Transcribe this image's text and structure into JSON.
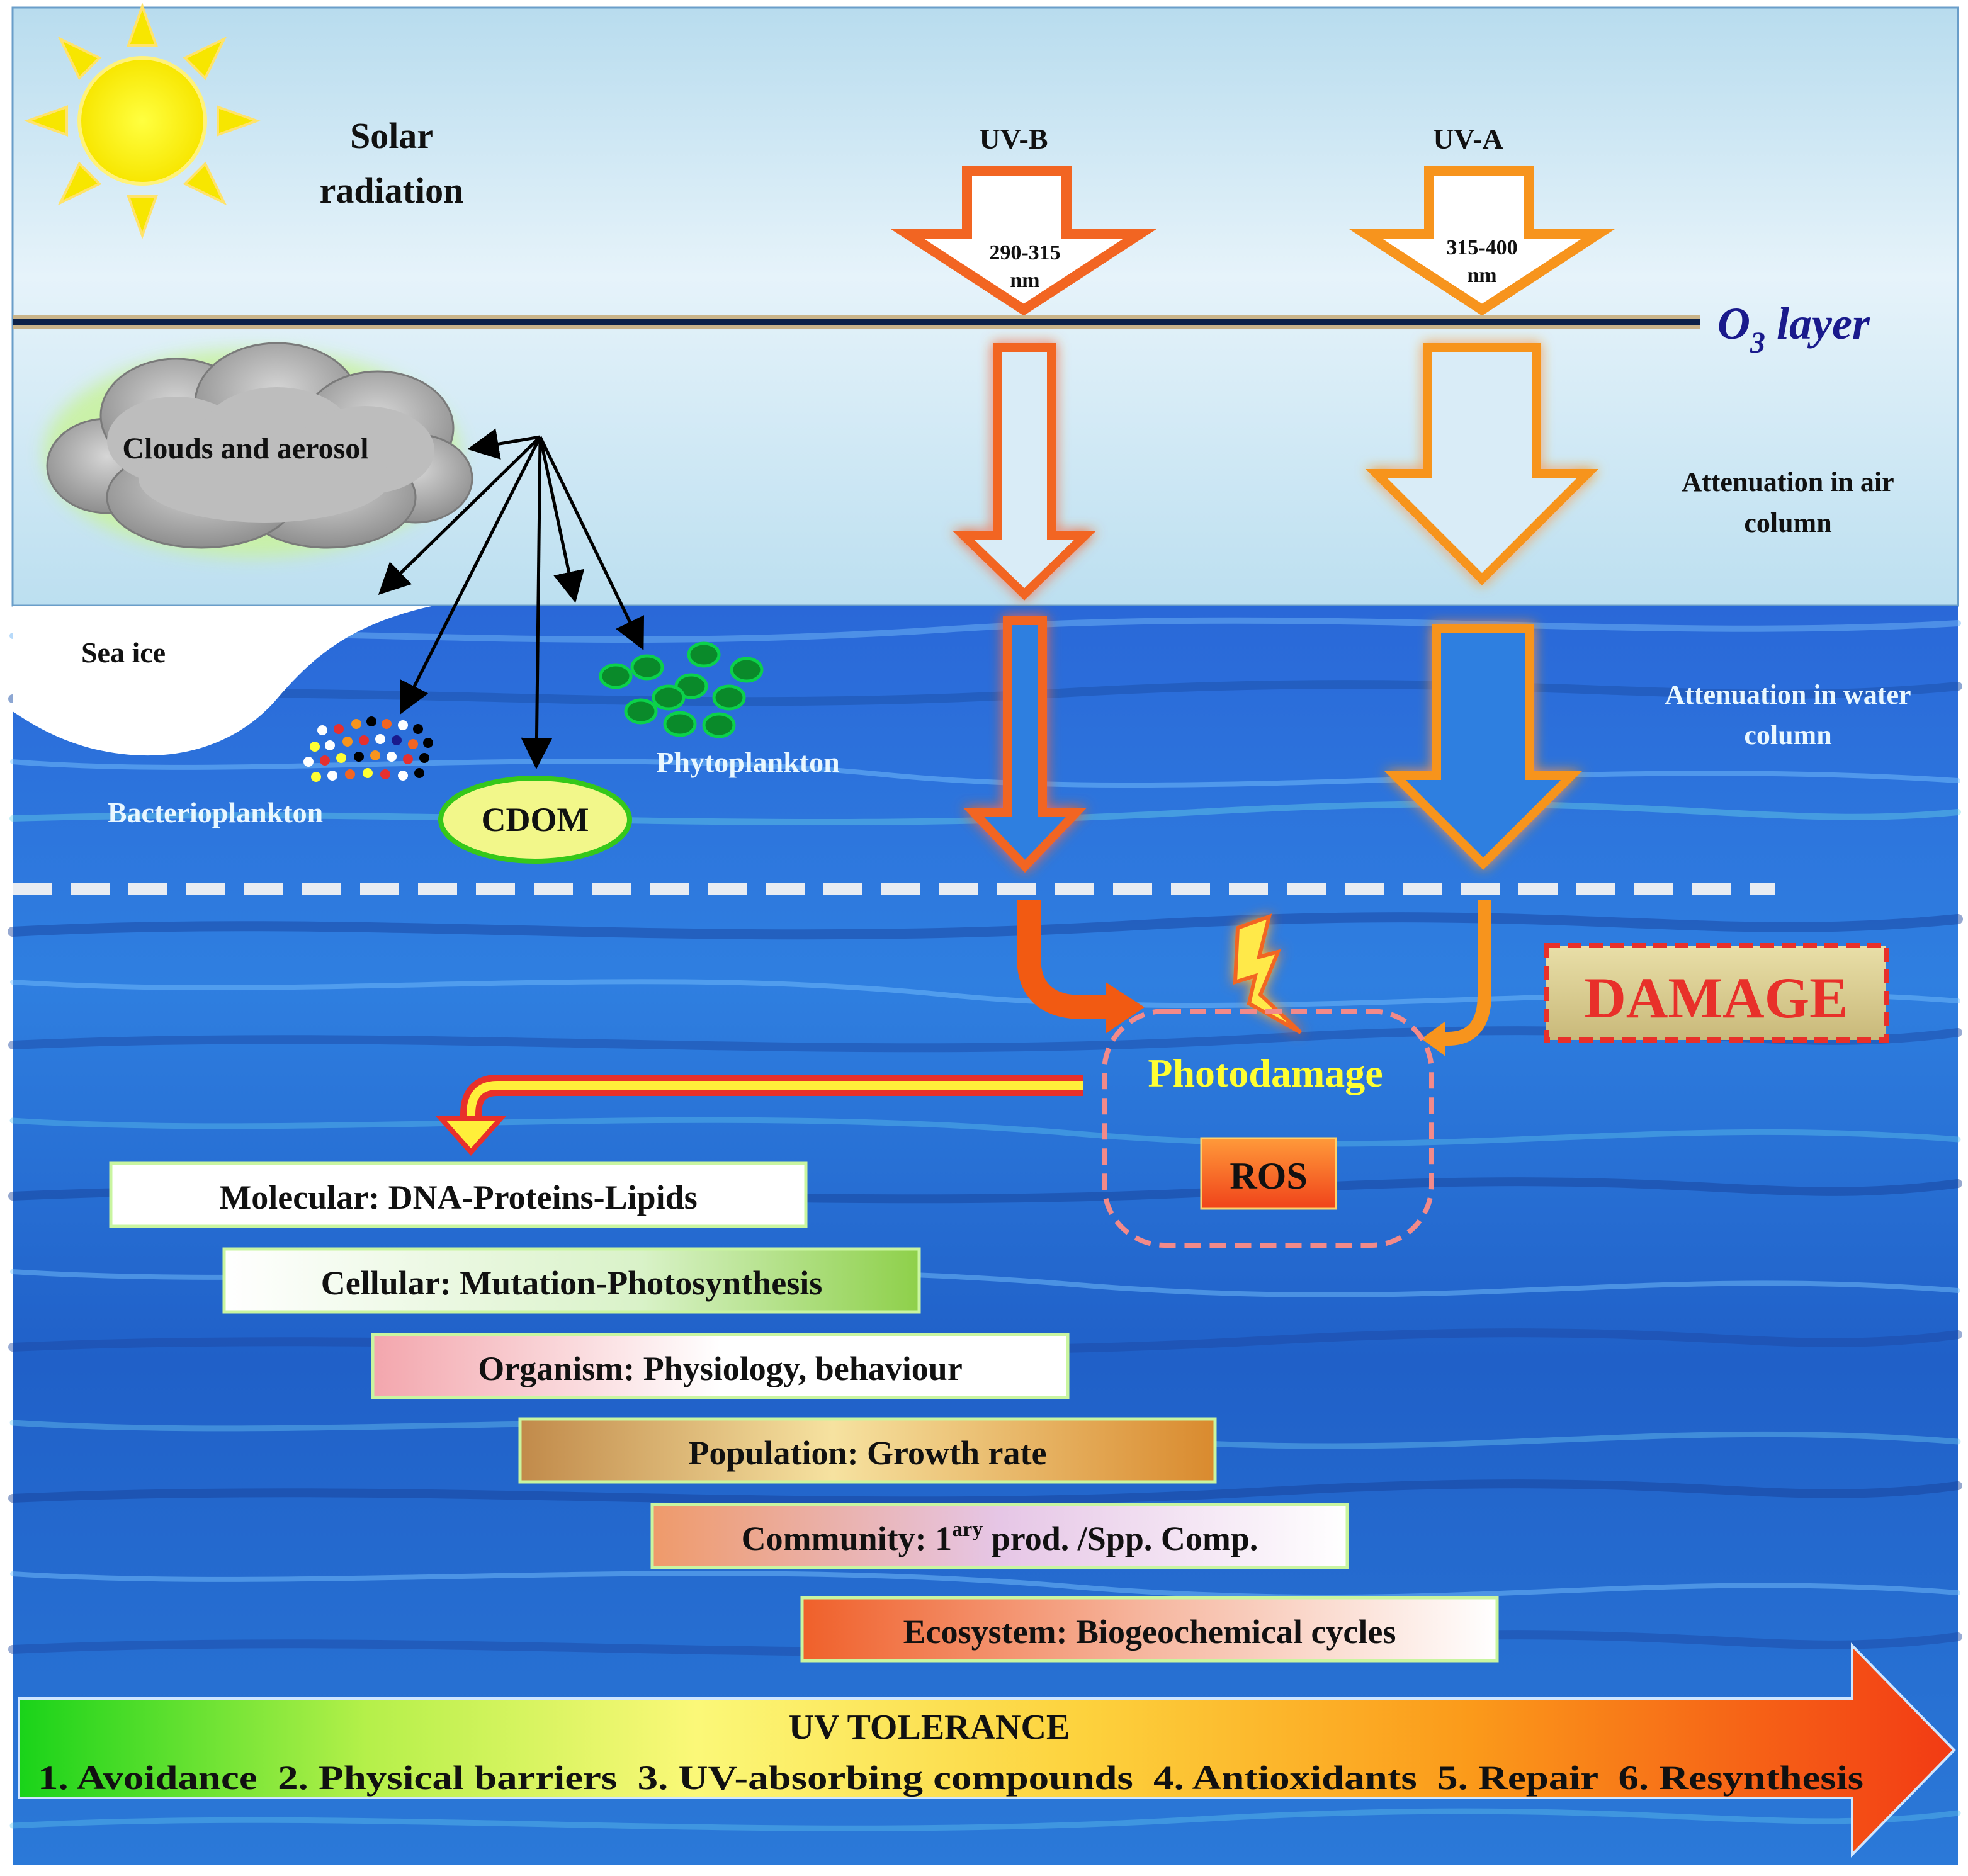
{
  "sky": {
    "solar_line1": "Solar",
    "solar_line2": "radiation",
    "ozone_label": "O",
    "ozone_sub": "3",
    "ozone_rest": " layer",
    "air_atten_line1": "Attenuation in air",
    "air_atten_line2": "column",
    "clouds_label": "Clouds and aerosol"
  },
  "uvb": {
    "label": "UV-B",
    "range_line1": "290-315",
    "range_line2": "nm"
  },
  "uva": {
    "label": "UV-A",
    "range_line1": "315-400",
    "range_line2": "nm"
  },
  "water": {
    "sea_ice": "Sea ice",
    "phytoplankton": "Phytoplankton",
    "bacterioplankton": "Bacterioplankton",
    "cdom": "CDOM",
    "water_atten_line1": "Attenuation in water",
    "water_atten_line2": "column"
  },
  "damage": {
    "photodamage": "Photodamage",
    "ros": "ROS",
    "damage_label": "DAMAGE"
  },
  "levels": [
    {
      "text": "Molecular: DNA-Proteins-Lipids"
    },
    {
      "text": "Cellular: Mutation-Photosynthesis"
    },
    {
      "text": "Organism: Physiology, behaviour"
    },
    {
      "text": "Population: Growth rate"
    },
    {
      "text_before": "Community: 1",
      "sup": "ary",
      "text_after": " prod. /Spp. Comp."
    },
    {
      "text": "Ecosystem: Biogeochemical cycles"
    }
  ],
  "tolerance": {
    "title": "UV TOLERANCE",
    "items": "1. Avoidance  2. Physical barriers  3. UV-absorbing compounds  4. Antioxidants  5. Repair  6. Resynthesis"
  },
  "colors": {
    "uvb_stroke": "#f26522",
    "uva_stroke": "#f7941d",
    "ozone_text": "#1a1a8c",
    "photodamage_text": "#ffff33",
    "damage_text": "#e8302a",
    "cdom_fill": "#f2f78a",
    "phyto_fill": "#0a8a2a"
  }
}
